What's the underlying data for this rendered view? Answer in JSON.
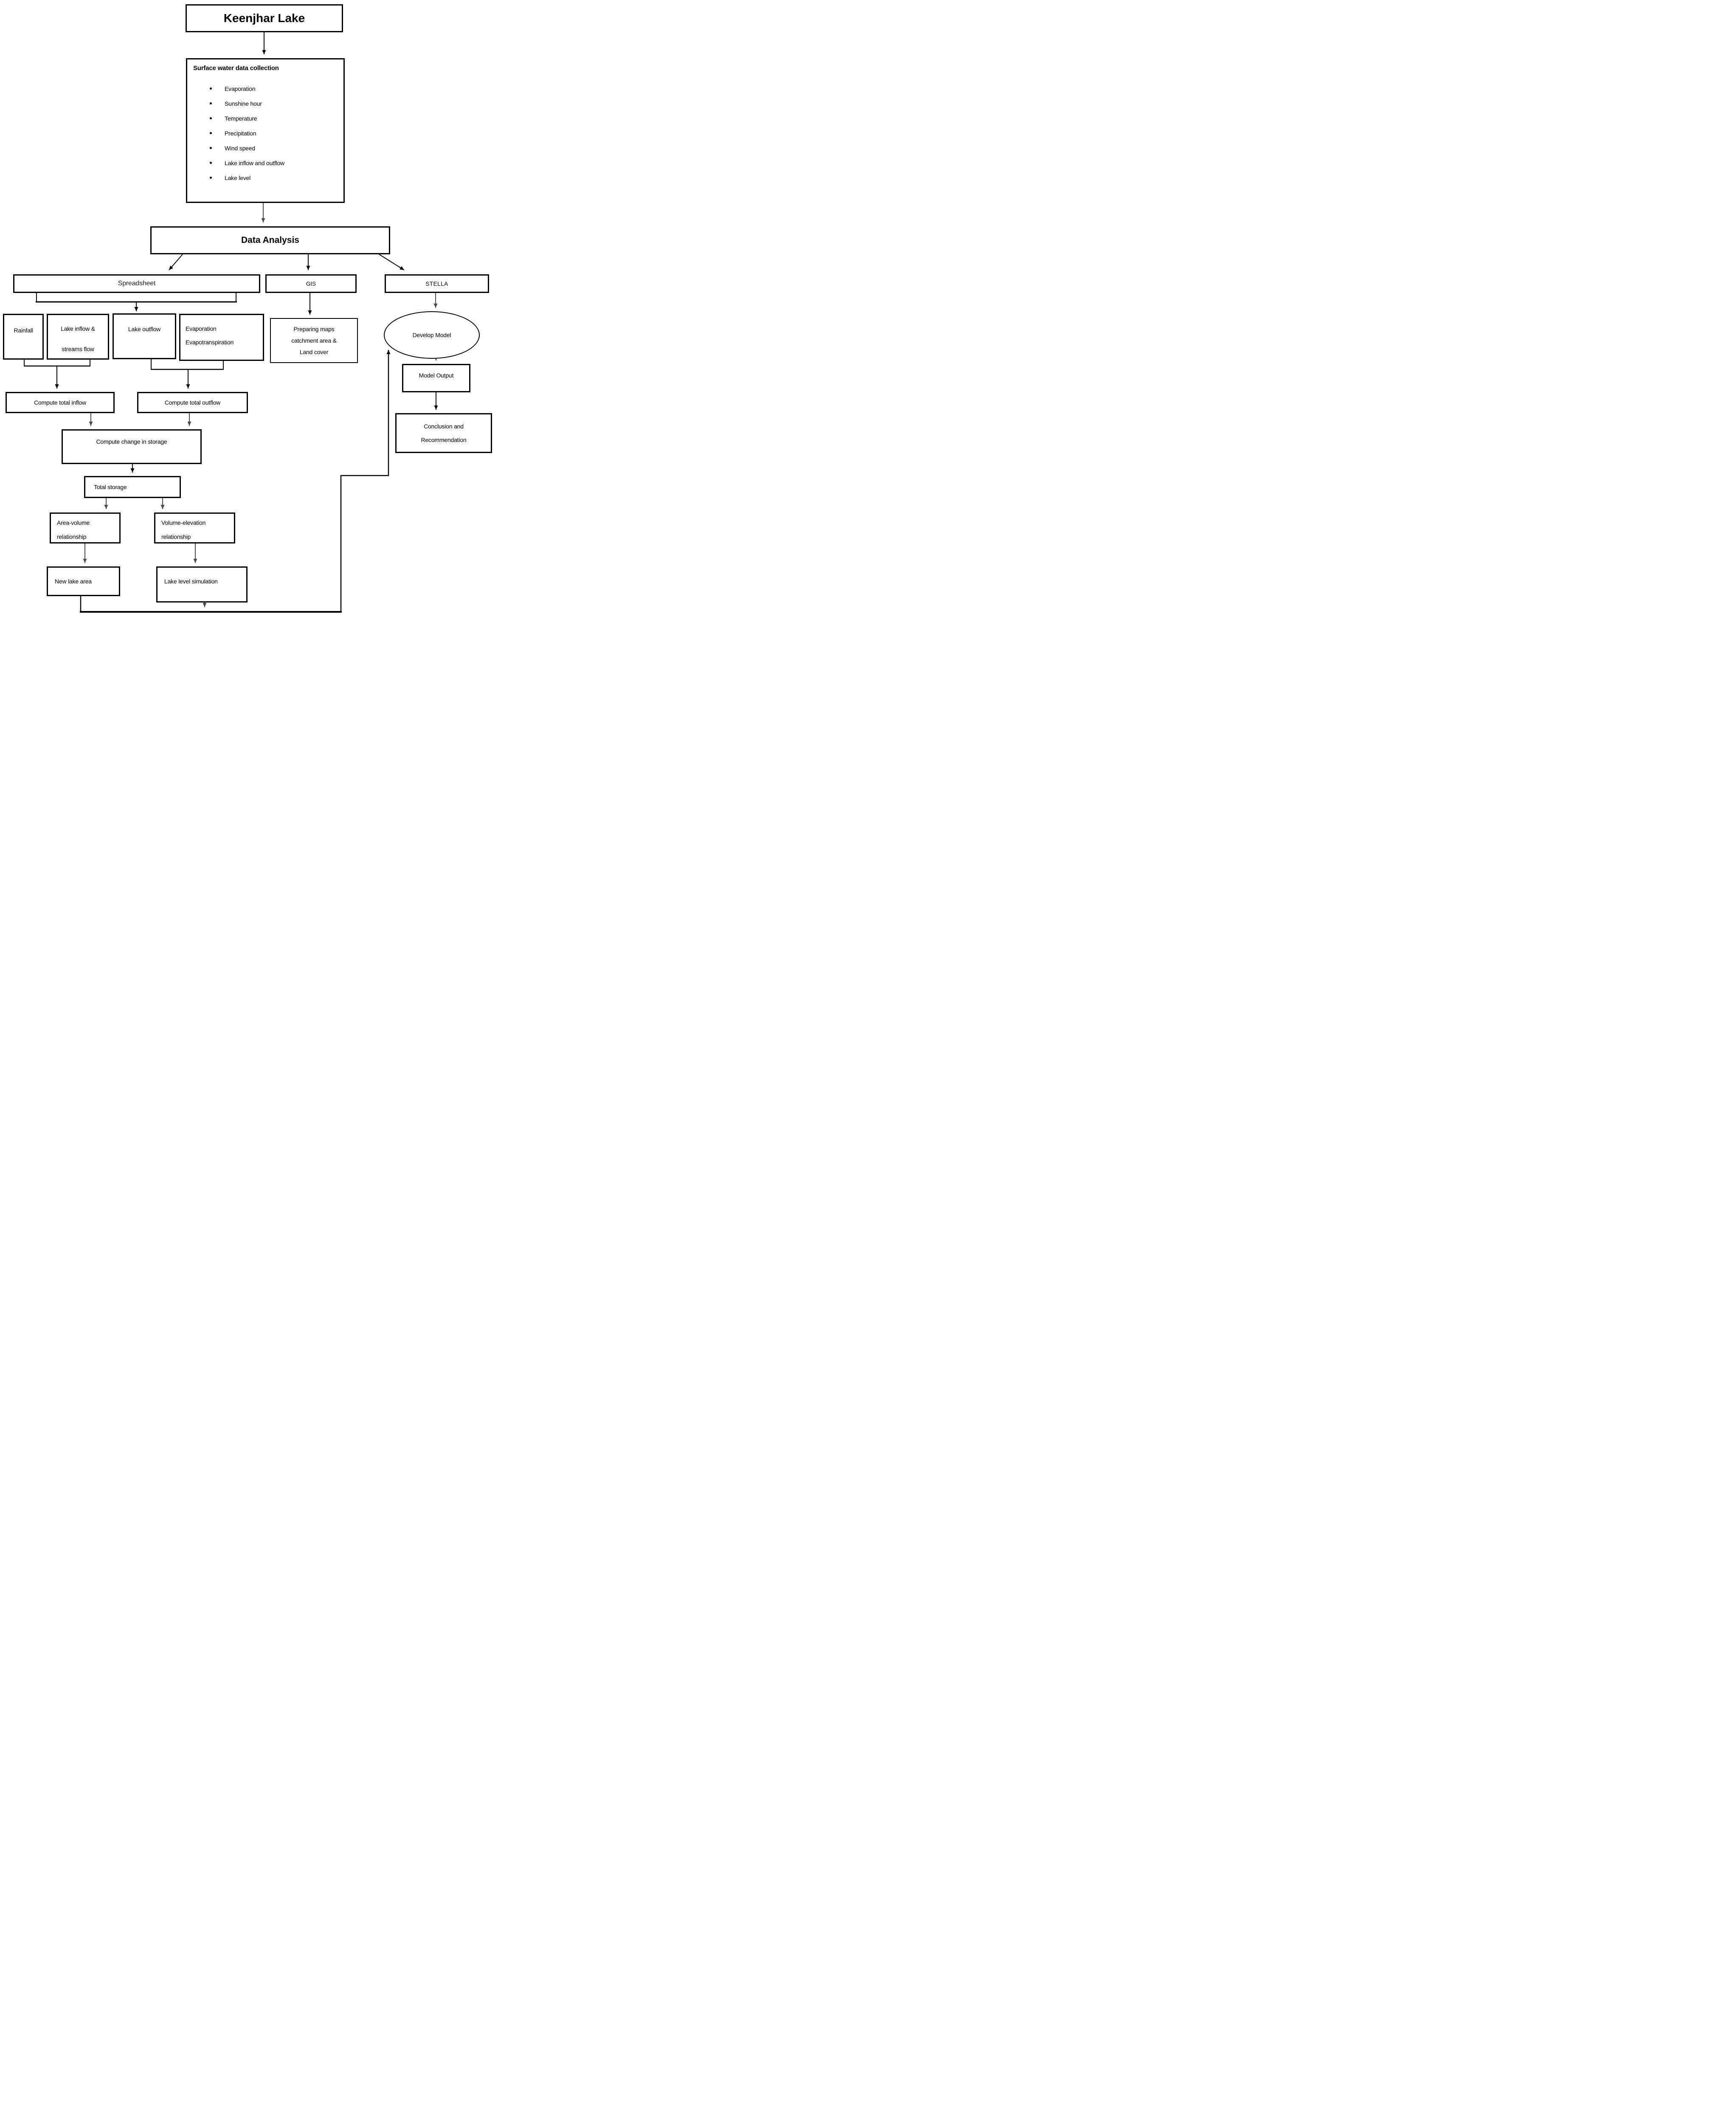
{
  "diagram": {
    "nodes": {
      "keenjhar_lake": {
        "label": "Keenjhar Lake"
      },
      "surface_water": {
        "title": "Surface water data collection",
        "bullets": [
          "Evaporation",
          "Sunshine hour",
          "Temperature",
          "Precipitation",
          "Wind speed",
          "Lake inflow and outflow",
          "Lake level"
        ]
      },
      "data_analysis": {
        "label": "Data Analysis"
      },
      "spreadsheet": {
        "label": "Spreadsheet"
      },
      "gis": {
        "label": "GIS"
      },
      "stella": {
        "label": "STELLA"
      },
      "rainfall": {
        "label": "Rainfall"
      },
      "lake_inflow_streams": {
        "line1": "Lake inflow &",
        "line2": "streams flow"
      },
      "lake_outflow": {
        "label": "Lake outflow"
      },
      "evaporation": {
        "line1": "Evaporation",
        "line2": "Evapotranspiration"
      },
      "compute_total_inflow": {
        "label": "Compute total inflow"
      },
      "compute_total_outflow": {
        "label": "Compute total outflow"
      },
      "compute_change_storage": {
        "label": "Compute change in storage"
      },
      "total_storage": {
        "label": "Total storage"
      },
      "area_volume": {
        "line1": "Area-volume",
        "line2": "relationship"
      },
      "volume_elevation": {
        "line1": "Volume-elevation",
        "line2": "relationship"
      },
      "new_lake_area": {
        "label": "New lake area"
      },
      "lake_level_simulation": {
        "line1": "Lake level simulation"
      },
      "preparing_maps": {
        "line1": "Preparing maps",
        "line2": "catchment area &",
        "line3": "Land cover"
      },
      "develop_model": {
        "label": "Develop Model"
      },
      "model_output": {
        "label": "Model Output"
      },
      "conclusion": {
        "line1": "Conclusion and",
        "line2": "Recommendation"
      }
    },
    "edges": [
      "Keenjhar Lake -> Surface water data collection",
      "Surface water data collection -> Data Analysis",
      "Data Analysis -> Spreadsheet",
      "Data Analysis -> GIS",
      "Data Analysis -> STELLA",
      "Spreadsheet -> Rainfall | Lake inflow & streams flow | Lake outflow | Evaporation Evapotranspiration",
      "Rainfall + Lake inflow & streams flow -> Compute total inflow",
      "Lake outflow + Evaporation Evapotranspiration -> Compute total outflow",
      "Compute total inflow -> Compute change in storage",
      "Compute total outflow -> Compute change in storage",
      "Compute change in storage -> Total storage",
      "Total storage -> Area-volume relationship",
      "Total storage -> Volume-elevation relationship",
      "Area-volume relationship -> New lake area",
      "Volume-elevation relationship -> Lake level simulation",
      "GIS -> Preparing maps catchment area & Land cover",
      "STELLA -> Develop Model",
      "Develop Model -> Model Output",
      "Model Output -> Conclusion and Recommendation",
      "New lake area + Lake level simulation -> Develop Model (feedback)"
    ],
    "colors": {
      "line": "#000000",
      "line_soft": "#4a4a4a",
      "border": "#000000",
      "background": "#ffffff",
      "text": "#000000"
    }
  }
}
